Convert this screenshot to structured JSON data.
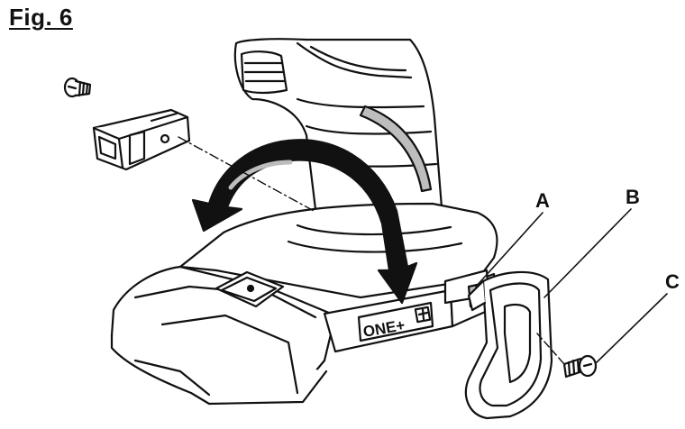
{
  "figure": {
    "title": "Fig. 6"
  },
  "callouts": {
    "a": "A",
    "b": "B",
    "c": "C"
  },
  "tool": {
    "brand_label": "ONE+"
  },
  "colors": {
    "line": "#111111",
    "fill": "#ffffff",
    "shade": "#bdbdbd"
  }
}
